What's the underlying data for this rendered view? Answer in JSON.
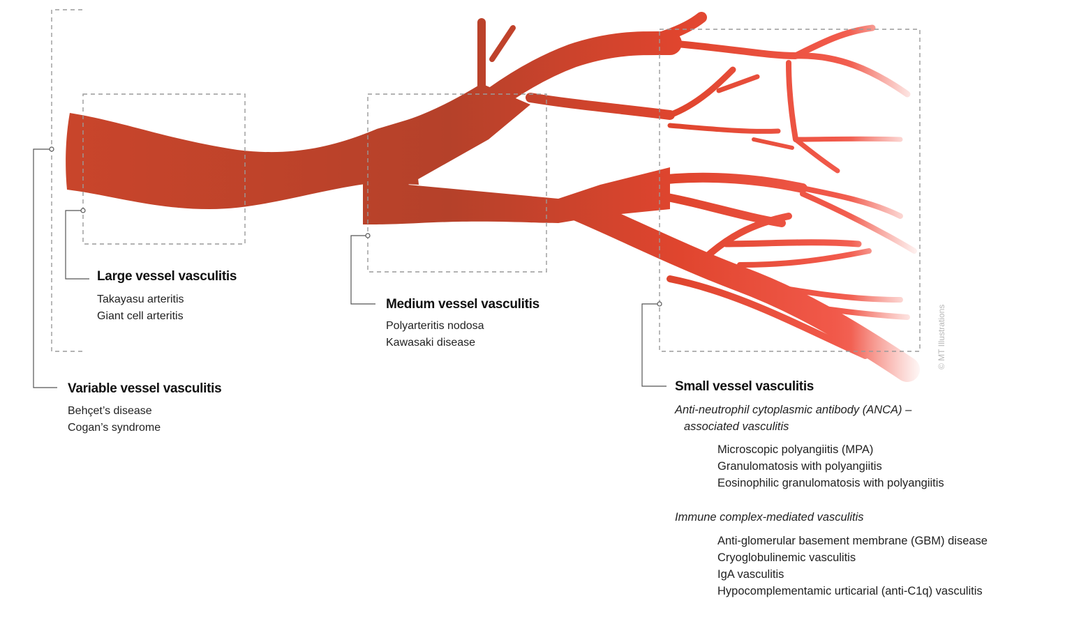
{
  "colors": {
    "vessel_dark": "#b5412a",
    "vessel_mid": "#e0452e",
    "vessel_light": "#f1594a",
    "box_stroke": "#9a9a9a",
    "leader_stroke": "#555555"
  },
  "groups": {
    "large": {
      "title": "Large vessel vasculitis",
      "items": [
        "Takayasu arteritis",
        "Giant cell arteritis"
      ]
    },
    "medium": {
      "title": "Medium vessel vasculitis",
      "items": [
        "Polyarteritis nodosa",
        "Kawasaki disease"
      ]
    },
    "variable": {
      "title": "Variable vessel vasculitis",
      "items": [
        "Behçet’s disease",
        "Cogan’s syndrome"
      ]
    },
    "small": {
      "title": "Small vessel vasculitis",
      "anca_heading_line1": "Anti-neutrophil cytoplasmic antibody (ANCA) –",
      "anca_heading_line2": "associated vasculitis",
      "anca_items": [
        "Microscopic polyangiitis (MPA)",
        "Granulomatosis with polyangiitis",
        "Eosinophilic granulomatosis with polyangiitis"
      ],
      "immune_heading": "Immune complex-mediated vasculitis",
      "immune_items": [
        "Anti-glomerular basement membrane (GBM) disease",
        "Cryoglobulinemic vasculitis",
        "IgA vasculitis",
        "Hypocomplementamic urticarial (anti-C1q) vasculitis"
      ]
    }
  },
  "credit": "© MT Illustrations"
}
